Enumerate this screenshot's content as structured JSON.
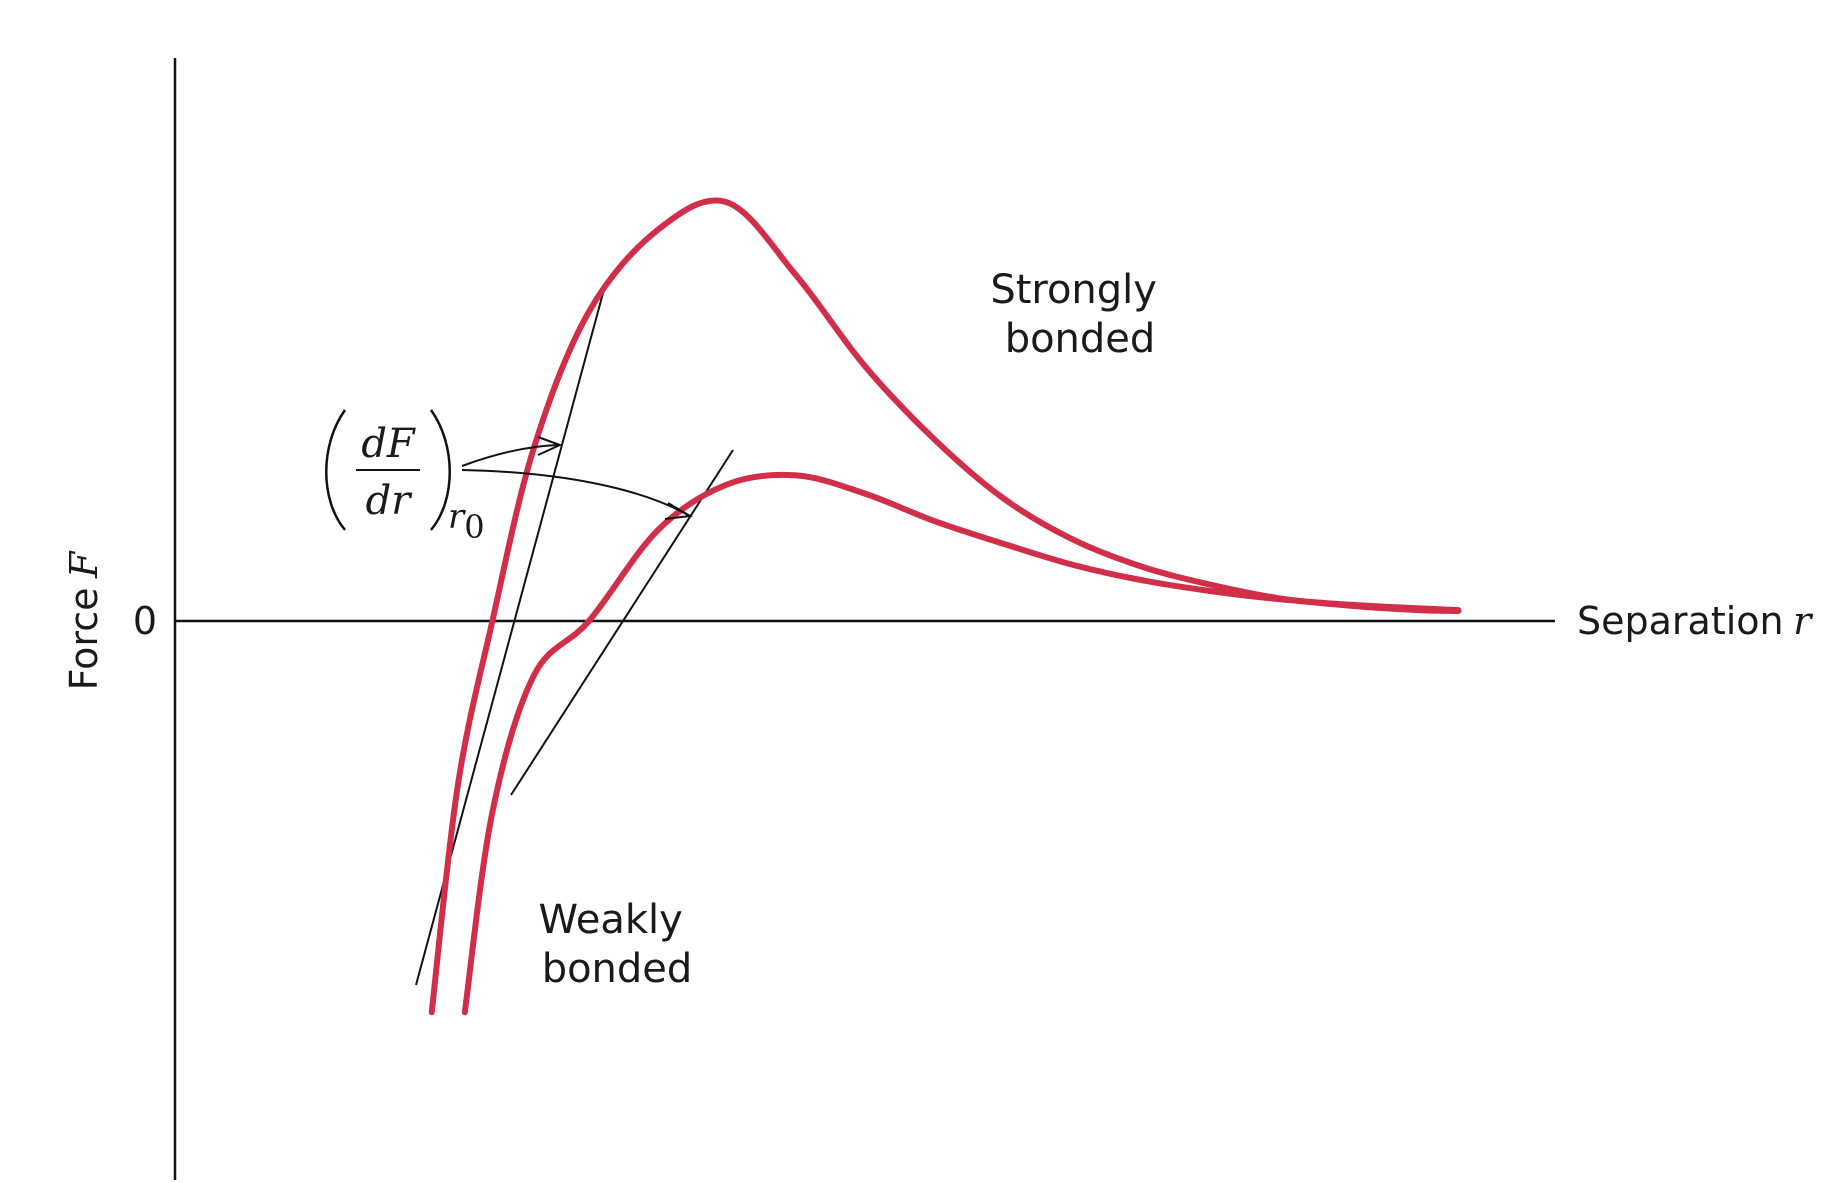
{
  "chart_data": {
    "type": "line",
    "title": "",
    "xlabel": {
      "text": "Separation",
      "var": "r"
    },
    "ylabel": {
      "text": "Force",
      "var": "F"
    },
    "y_tick_labels": [
      "0"
    ],
    "xlim": [
      0,
      10
    ],
    "ylim": [
      -5,
      5
    ],
    "grid": false,
    "curve_color": "#d12e4a",
    "series": [
      {
        "name": "Strongly bonded",
        "label_lines": [
          "Strongly",
          "bonded"
        ],
        "x": [
          1.86,
          2.05,
          2.3,
          2.6,
          3.0,
          3.5,
          4.0,
          4.5,
          5.0,
          5.5,
          6.0,
          6.5,
          7.0,
          7.5,
          8.0,
          8.5,
          9.0,
          9.3
        ],
        "y": [
          -4.3,
          -1.8,
          0.0,
          1.9,
          3.4,
          4.3,
          4.6,
          3.8,
          2.8,
          2.0,
          1.35,
          0.9,
          0.6,
          0.4,
          0.25,
          0.17,
          0.12,
          0.11
        ]
      },
      {
        "name": "Weakly bonded",
        "label_lines": [
          "Weakly",
          "bonded"
        ],
        "x": [
          2.1,
          2.3,
          2.6,
          3.0,
          3.5,
          4.0,
          4.5,
          5.0,
          5.5,
          6.0,
          6.5,
          7.0,
          7.5,
          8.0,
          8.5,
          9.0,
          9.3
        ],
        "y": [
          -4.3,
          -2.1,
          -0.6,
          0.0,
          1.0,
          1.5,
          1.6,
          1.4,
          1.1,
          0.85,
          0.62,
          0.45,
          0.33,
          0.24,
          0.18,
          0.14,
          0.12
        ]
      }
    ],
    "annotation": {
      "numerator": "dF",
      "denominator": "dr",
      "subscript": "r",
      "subscript_index": "0",
      "note_target": "tangent slope at zero-force separation"
    }
  }
}
